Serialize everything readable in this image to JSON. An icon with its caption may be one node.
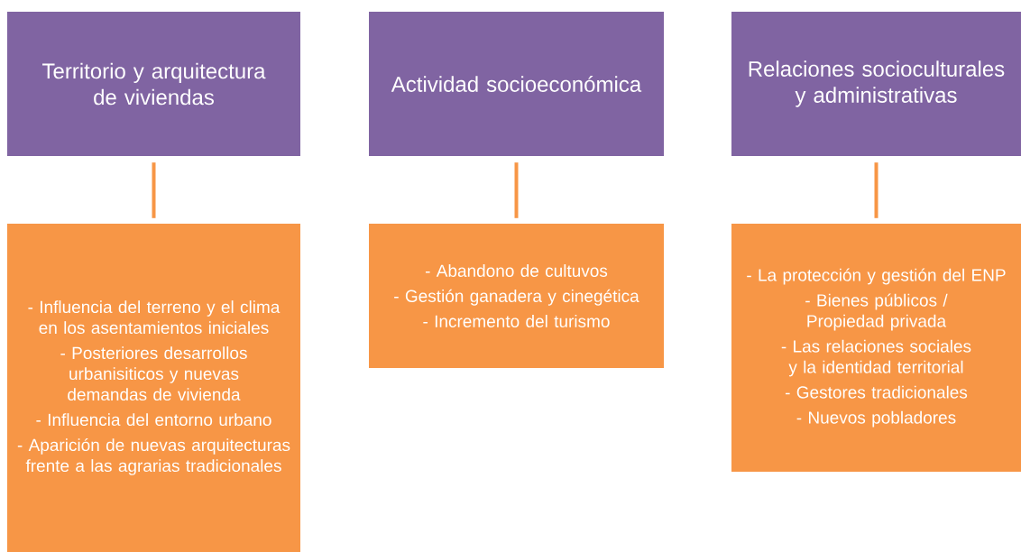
{
  "diagram": {
    "nodes": [
      {
        "text": [
          "Territorio y arquitectura de viviendas"
        ]
      },
      {
        "text": [
          "- Influencia del terreno y el clima en los asentamientos iniciales",
          "- Posteriores desarrollos urbanisiticos y nuevas demandas de vivienda",
          "- Influencia del entorno urbano",
          "- Aparición de nuevas arquitecturas frente a las agrarias tradicionales"
        ]
      },
      {
        "text": [
          "Actividad socioeconómica"
        ]
      },
      {
        "text": [
          "- Abandono de cultuvos",
          "- Gestión ganadera y cinegética",
          "- Incremento del turismo"
        ]
      },
      {
        "text": [
          "Relaciones socioculturales y administrativas"
        ]
      },
      {
        "text": [
          "- La protección y gestión del ENP",
          "- Bienes públicos / Propiedad privada",
          "- Las relaciones sociales y la identidad territorial",
          "- Gestores tradicionales",
          "- Nuevos pobladores"
        ]
      }
    ],
    "edges": [
      {
        "from": 0,
        "to": 1,
        "arrow": "none"
      },
      {
        "from": 2,
        "to": 3,
        "arrow": "none"
      },
      {
        "from": 4,
        "to": 5,
        "arrow": "none"
      }
    ]
  }
}
